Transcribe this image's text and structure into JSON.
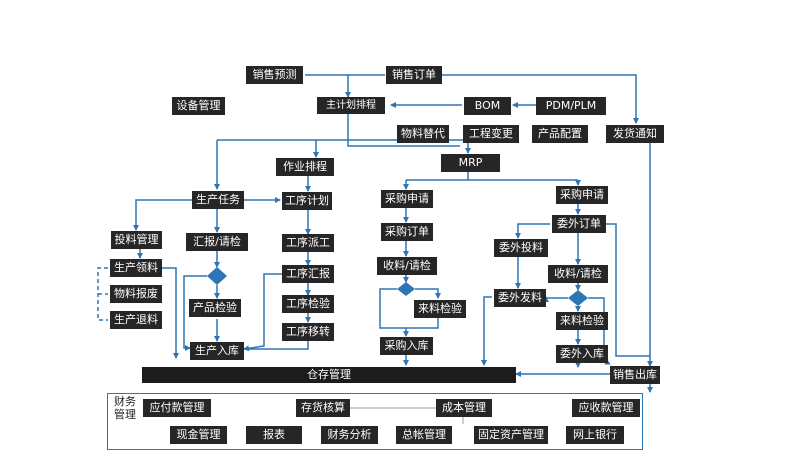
{
  "colors": {
    "box": "#262626",
    "line": "#2e75b6",
    "decision": "#2e75b6"
  },
  "nodes": {
    "sales_forecast": "销售预测",
    "sales_order": "销售订单",
    "equipment_mgmt": "设备管理",
    "master_plan": "主计划排程",
    "bom": "BOM",
    "pdm_plm": "PDM/PLM",
    "material_substitute": "物料替代",
    "engineering_change": "工程变更",
    "product_config": "产品配置",
    "delivery_notice": "发货通知",
    "job_scheduling": "作业排程",
    "mrp": "MRP",
    "production_task": "生产任务",
    "process_plan": "工序计划",
    "purchase_request_1": "采购申请",
    "purchase_request_2": "采购申请",
    "outsource_order": "委外订单",
    "feed_mgmt": "投料管理",
    "report_inspect": "汇报/请检",
    "process_dispatch": "工序派工",
    "purchase_order": "采购订单",
    "outsource_feed": "委外投料",
    "production_pick": "生产领料",
    "process_report": "工序汇报",
    "receive_inspect_1": "收料/请检",
    "receive_inspect_2": "收料/请检",
    "material_scrap": "物料报废",
    "product_inspect": "产品检验",
    "process_inspect": "工序检验",
    "incoming_inspect_1": "来料检验",
    "outsource_issue": "委外发料",
    "incoming_inspect_2": "来料检验",
    "production_return": "生产退料",
    "process_transfer": "工序移转",
    "purchase_warehousing": "采购入库",
    "production_warehousing": "生产入库",
    "outsource_warehousing": "委外入库",
    "warehouse_mgmt": "仓存管理",
    "sales_outbound": "销售出库"
  },
  "finance": {
    "title": "财务管理",
    "items": {
      "payables": "应付款管理",
      "inventory_accounting": "存货核算",
      "cost_mgmt": "成本管理",
      "receivables": "应收款管理",
      "cash_mgmt": "现金管理",
      "reports": "报表",
      "financial_analysis": "财务分析",
      "general_ledger": "总帐管理",
      "fixed_assets": "固定资产管理",
      "online_banking": "网上银行"
    }
  }
}
